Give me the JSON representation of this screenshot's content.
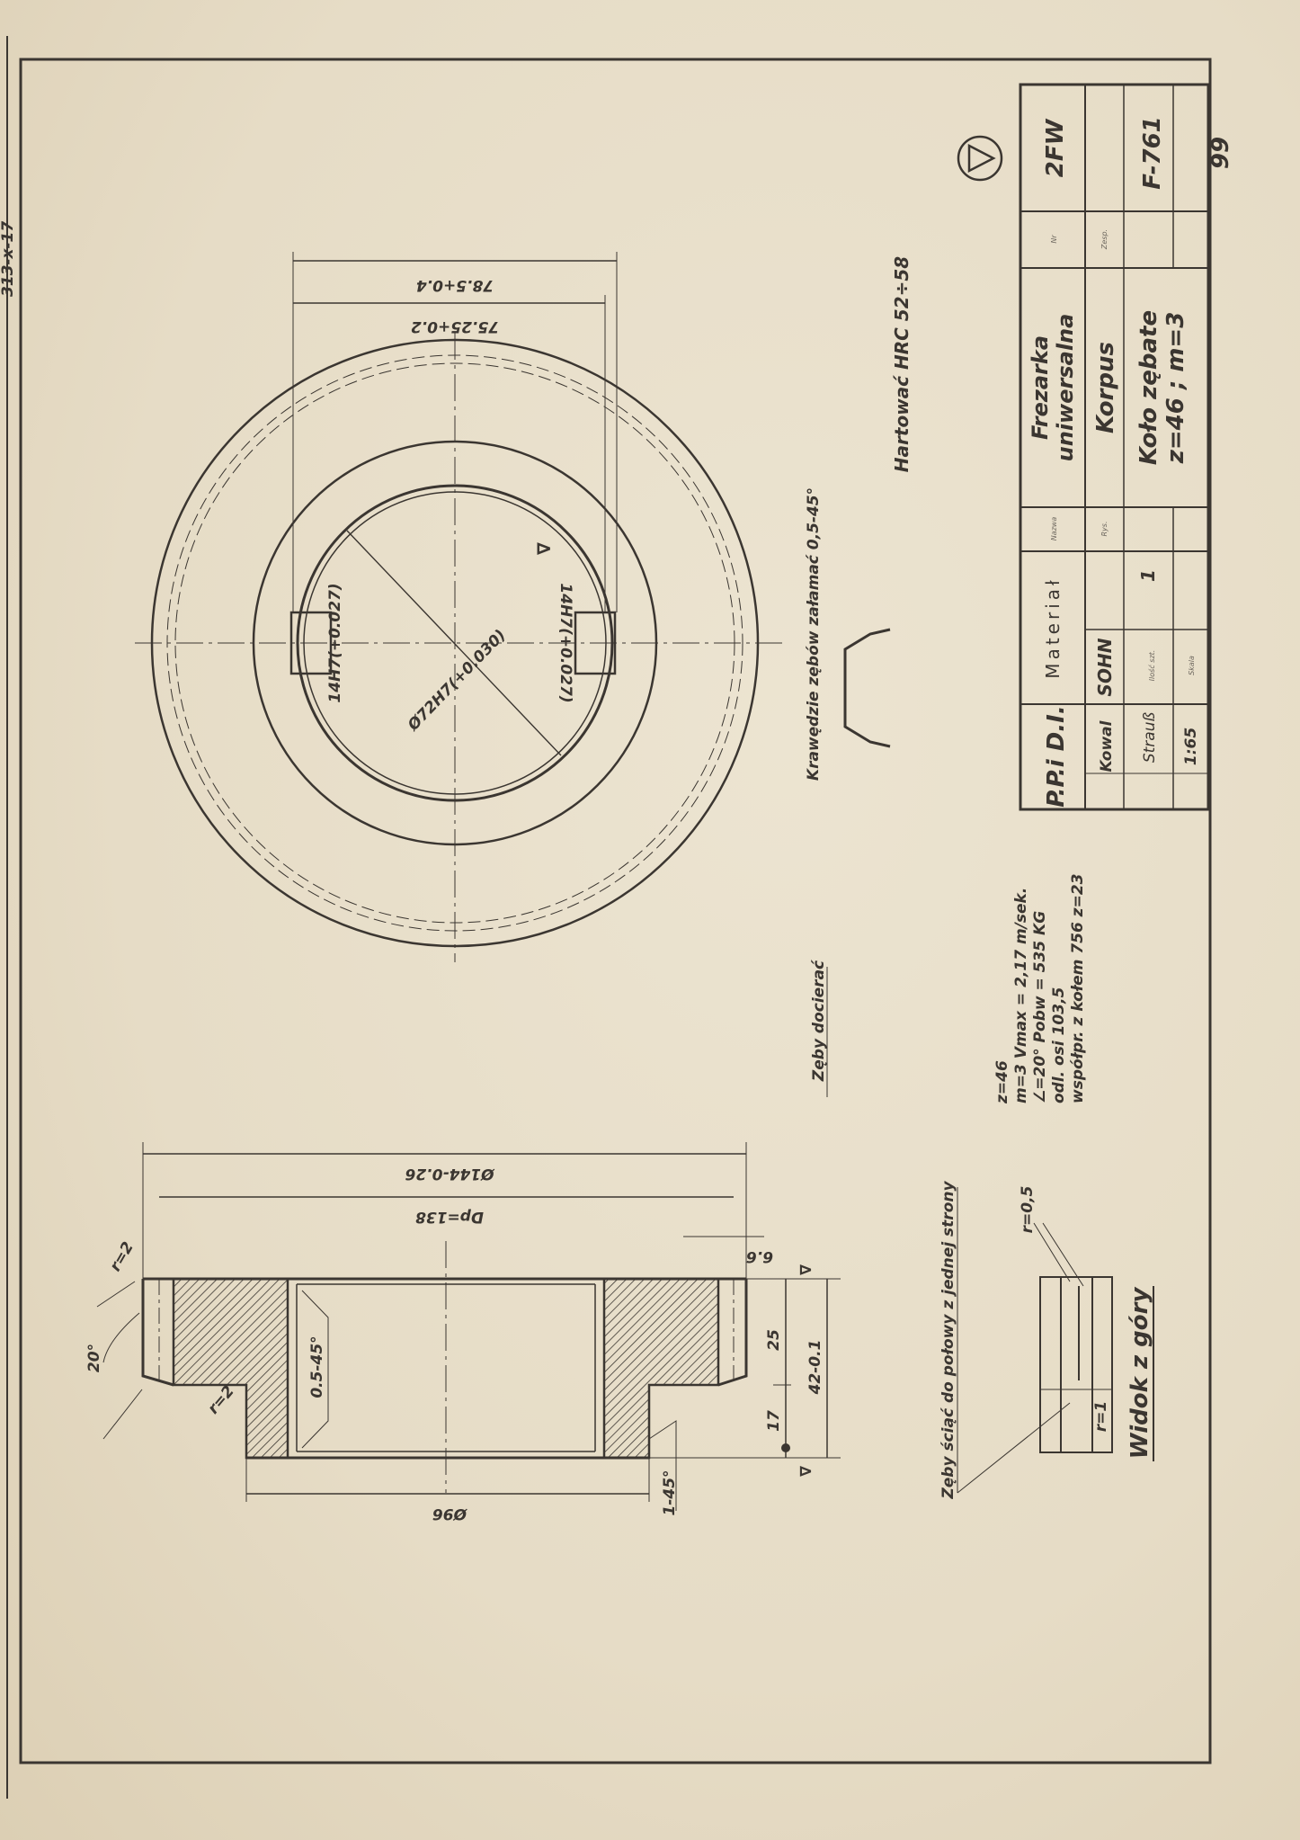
{
  "corner_note": "313-x-17",
  "page_number": "99",
  "top_view": {
    "dim_outer_keyway": "78.5+0.4",
    "dim_inner_keyway": "75.25+0.2",
    "bore_label": "Ø72H7(+0.030)",
    "keyway_left": "14H7(+0.027)",
    "keyway_right": "14H7(+0.027)",
    "surface_mark": "∇"
  },
  "notes": {
    "edge_break": "Krawędzie zębów załamać 0,5-45°",
    "hardening": "Hartować HRC 52÷58",
    "lapping": "Zęby docierać",
    "chamfer_teeth": "Zęby ściąć do połowy z jednej strony",
    "view_from_top": "Widok z góry",
    "detail_radius": "r=0,5",
    "detail_radius2": "r=1"
  },
  "gear_params": [
    "z=46",
    "m=3   Vmax = 2,17 m/sek.",
    "∠=20°  Pobw = 535 KG",
    "odl. osi  103,5",
    "współpr. z kołem  756 z=23"
  ],
  "section": {
    "dia_outer": "Ø144-0.26",
    "dia_pitch": "Dp=138",
    "dia_hub": "Ø96",
    "dim_6_6": "6.6",
    "dim_25": "25",
    "dim_17": "17",
    "dim_42": "42-0.1",
    "chamfer_bore": "0.5-45°",
    "chamfer_hub": "1-45°",
    "radius_1": "r=2",
    "radius_2": "r=2",
    "angle": "20°",
    "surface_top": "∇",
    "surface_bottom": "∇"
  },
  "title_block": {
    "org": "P.P.i D.I.",
    "material_header": "Materiał",
    "material": "SOHN",
    "drawn_by": "Kowal",
    "checked_sig": "Strauß",
    "quantity": "1",
    "scale": "1:65",
    "machine": "Frezarka uniwersalna",
    "assembly": "Korpus",
    "part_name": "Koło zębate",
    "part_spec": "z=46 ; m=3",
    "machine_code": "2FW",
    "drawing_no": "F-761",
    "small_labels": [
      "Nr",
      "Zesp.",
      "Ilość szt.",
      "Skala",
      "Nazwa",
      "Rys."
    ]
  }
}
